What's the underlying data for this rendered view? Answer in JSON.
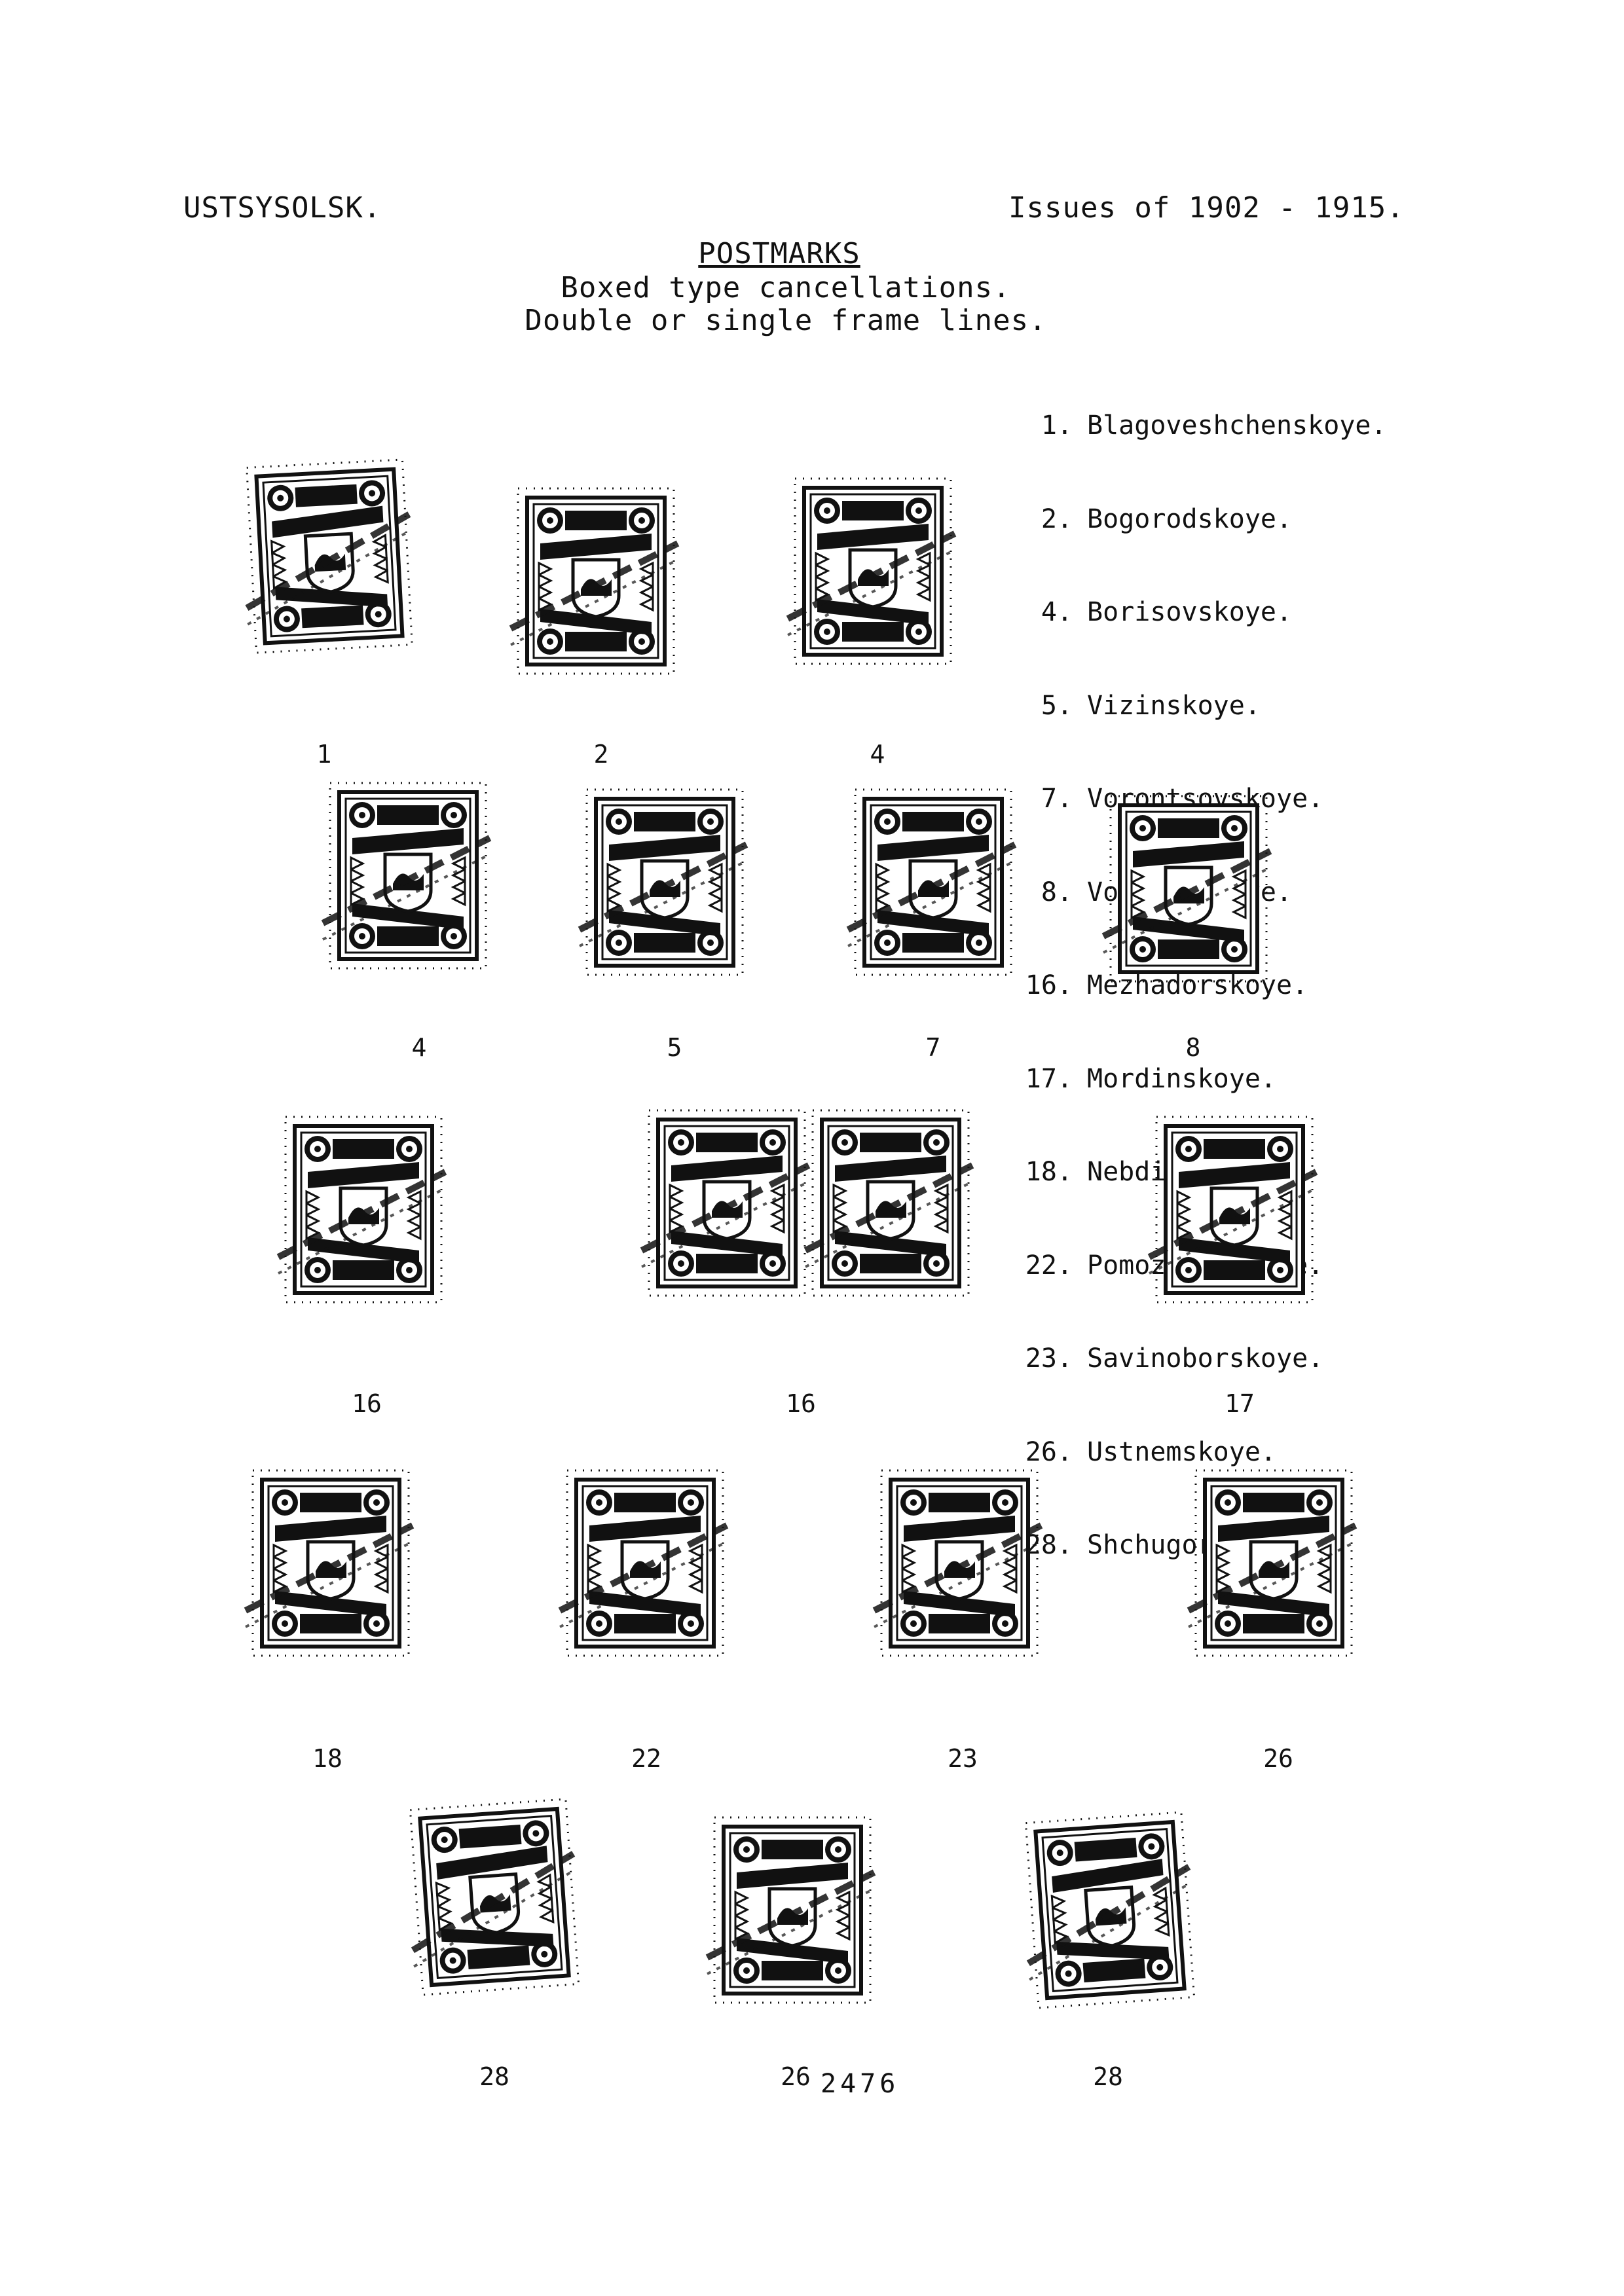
{
  "header": {
    "left_title": "USTSYSOLSK.",
    "right_title": "Issues of 1902 - 1915."
  },
  "section": {
    "title": "POSTMARKS",
    "subtitle_1": "Boxed type cancellations.",
    "subtitle_2": "Double or single frame lines."
  },
  "legend": [
    {
      "num": "1.",
      "name": "Blagoveshchenskoye."
    },
    {
      "num": "2.",
      "name": "Bogorodskoye."
    },
    {
      "num": "4.",
      "name": "Borisovskoye."
    },
    {
      "num": "5.",
      "name": "Vizinskoye."
    },
    {
      "num": "7.",
      "name": "Vorontsovskoye."
    },
    {
      "num": "8.",
      "name": "Votchinskoye."
    },
    {
      "num": "16.",
      "name": "Mezhadorskoye."
    },
    {
      "num": "17.",
      "name": "Mordinskoye."
    },
    {
      "num": "18.",
      "name": "Nebdinskoye."
    },
    {
      "num": "22.",
      "name": "Pomozhdinskoye."
    },
    {
      "num": "23.",
      "name": "Savinoborskoye."
    },
    {
      "num": "26.",
      "name": "Ustnemskoye."
    },
    {
      "num": "28.",
      "name": "Shchugorskoye."
    }
  ],
  "stamp_labels": {
    "s1": "1",
    "s2": "2",
    "s3": "4",
    "s4": "4",
    "s5": "5",
    "s6": "7",
    "s7": "8",
    "s8": "16",
    "s9": "16",
    "s10": "17",
    "s11": "18",
    "s12": "22",
    "s13": "23",
    "s14": "26",
    "s15": "28",
    "s16": "26",
    "s17": "28"
  },
  "page_number": "2476",
  "colors": {
    "ink": "#111111",
    "paper": "#ffffff"
  },
  "stamp_glyph": "stamp-icon"
}
